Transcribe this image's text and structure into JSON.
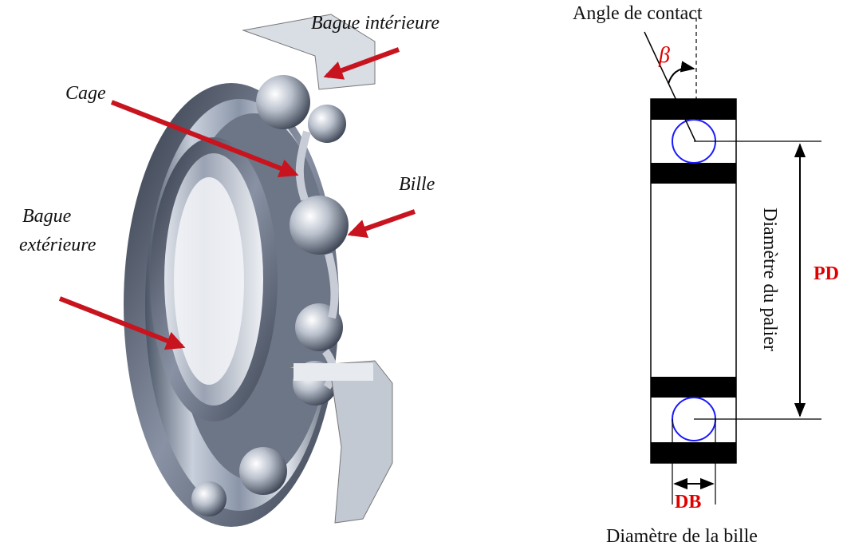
{
  "bearing_photo": {
    "labels": {
      "bague_interieure": "Bague intérieure",
      "cage": "Cage",
      "bille": "Bille",
      "bague_exterieure_line1": "Bague",
      "bague_exterieure_line2": "extérieure"
    },
    "arrow_color": "#c8141e"
  },
  "schematic": {
    "angle_label": "Angle de contact",
    "beta_symbol": "β",
    "pd_label": "PD",
    "db_label": "DB",
    "diametre_palier": "Diamètre du palier",
    "diametre_bille": "Diamètre de la bille",
    "ball_color": "#1a1aff",
    "accent_color": "#e00000"
  }
}
